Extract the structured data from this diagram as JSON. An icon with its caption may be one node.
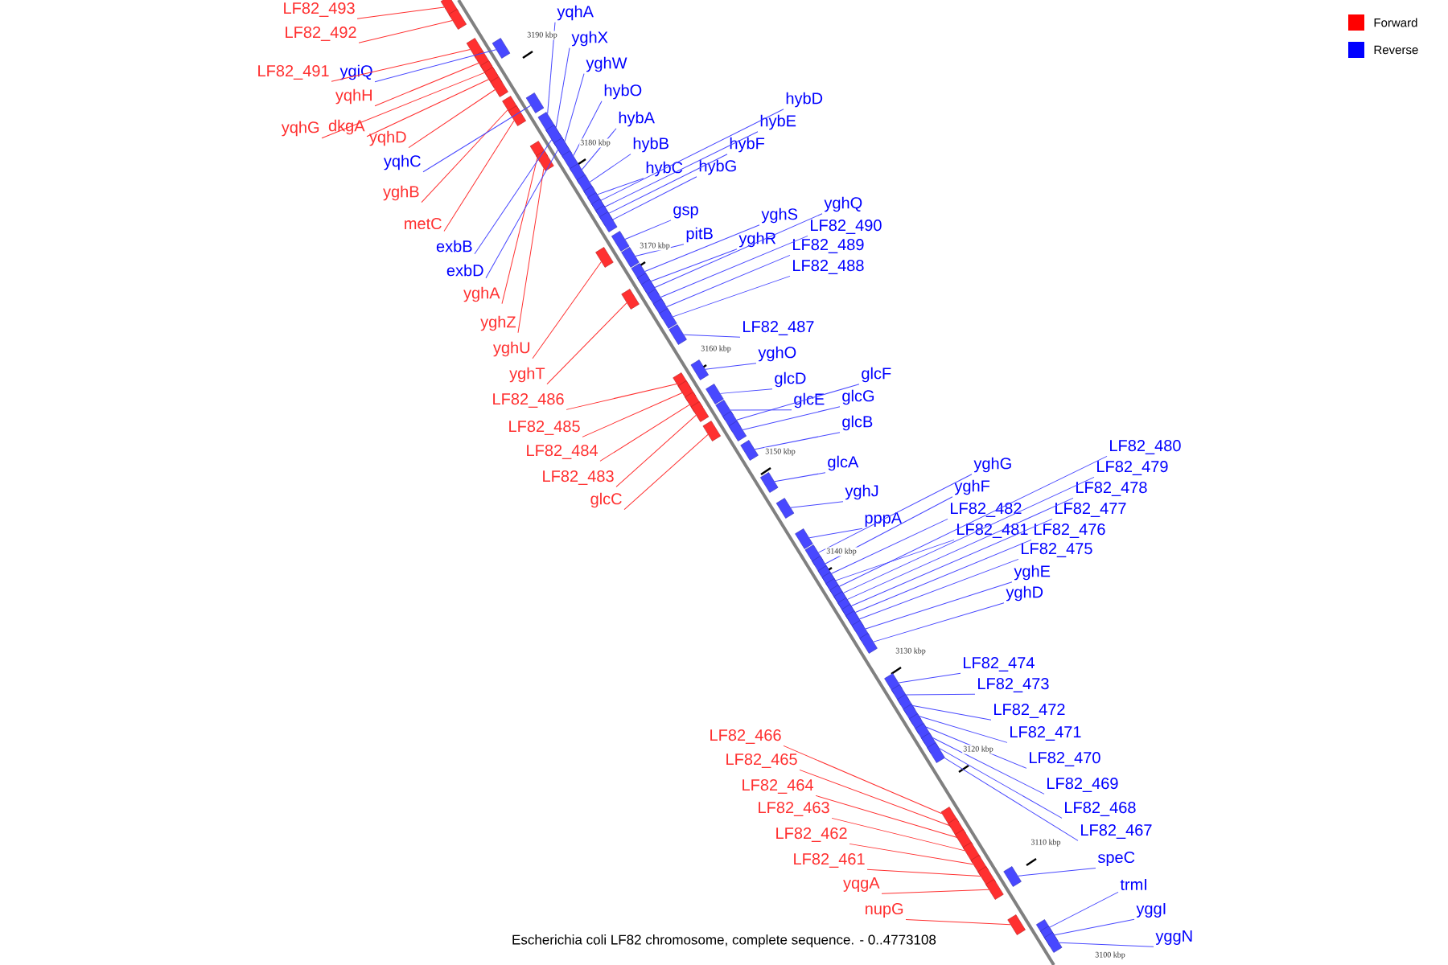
{
  "diagram": {
    "caption": "Escherichia coli LF82 chromosome, complete sequence. - 0..4773108",
    "nodes": [
      {
        "text": [
          "LF82_493"
        ]
      },
      {
        "text": [
          "LF82_492"
        ]
      },
      {
        "text": [
          "LF82_491"
        ]
      },
      {
        "text": [
          "yqhH"
        ]
      },
      {
        "text": [
          "yqhG"
        ]
      },
      {
        "text": [
          "dkgA"
        ]
      },
      {
        "text": [
          "yqhD"
        ]
      },
      {
        "text": [
          "yghB"
        ]
      },
      {
        "text": [
          "metC"
        ]
      },
      {
        "text": [
          "yghA"
        ]
      },
      {
        "text": [
          "yghZ"
        ]
      },
      {
        "text": [
          "yghU"
        ]
      },
      {
        "text": [
          "yghT"
        ]
      },
      {
        "text": [
          "LF82_486"
        ]
      },
      {
        "text": [
          "LF82_485"
        ]
      },
      {
        "text": [
          "LF82_484"
        ]
      },
      {
        "text": [
          "LF82_483"
        ]
      },
      {
        "text": [
          "glcC"
        ]
      },
      {
        "text": [
          "LF82_466"
        ]
      },
      {
        "text": [
          "LF82_465"
        ]
      },
      {
        "text": [
          "LF82_464"
        ]
      },
      {
        "text": [
          "LF82_463"
        ]
      },
      {
        "text": [
          "LF82_462"
        ]
      },
      {
        "text": [
          "LF82_461"
        ]
      },
      {
        "text": [
          "yqgA"
        ]
      },
      {
        "text": [
          "nupG"
        ]
      },
      {
        "text": [
          "ygiQ"
        ]
      },
      {
        "text": [
          "yqhC"
        ]
      },
      {
        "text": [
          "exbB"
        ]
      },
      {
        "text": [
          "exbD"
        ]
      },
      {
        "text": [
          "yqhA"
        ]
      },
      {
        "text": [
          "yghX"
        ]
      },
      {
        "text": [
          "yghW"
        ]
      },
      {
        "text": [
          "hybO"
        ]
      },
      {
        "text": [
          "hybA"
        ]
      },
      {
        "text": [
          "hybB"
        ]
      },
      {
        "text": [
          "hybC"
        ]
      },
      {
        "text": [
          "hybD"
        ]
      },
      {
        "text": [
          "hybE"
        ]
      },
      {
        "text": [
          "hybF"
        ]
      },
      {
        "text": [
          "hybG"
        ]
      },
      {
        "text": [
          "gsp"
        ]
      },
      {
        "text": [
          "pitB"
        ]
      },
      {
        "text": [
          "yghS"
        ]
      },
      {
        "text": [
          "yghR"
        ]
      },
      {
        "text": [
          "yghQ"
        ]
      },
      {
        "text": [
          "LF82_490"
        ]
      },
      {
        "text": [
          "LF82_489"
        ]
      },
      {
        "text": [
          "LF82_488"
        ]
      },
      {
        "text": [
          "LF82_487"
        ]
      },
      {
        "text": [
          "yghO"
        ]
      },
      {
        "text": [
          "glcD"
        ]
      },
      {
        "text": [
          "glcE"
        ]
      },
      {
        "text": [
          "glcF"
        ]
      },
      {
        "text": [
          "glcG"
        ]
      },
      {
        "text": [
          "glcB"
        ]
      },
      {
        "text": [
          "glcA"
        ]
      },
      {
        "text": [
          "yghJ"
        ]
      },
      {
        "text": [
          "pppA"
        ]
      },
      {
        "text": [
          "yghG"
        ]
      },
      {
        "text": [
          "yghF"
        ]
      },
      {
        "text": [
          "LF82_482"
        ]
      },
      {
        "text": [
          "LF82_481"
        ]
      },
      {
        "text": [
          "LF82_480"
        ]
      },
      {
        "text": [
          "LF82_479"
        ]
      },
      {
        "text": [
          "LF82_478"
        ]
      },
      {
        "text": [
          "LF82_477"
        ]
      },
      {
        "text": [
          "LF82_476"
        ]
      },
      {
        "text": [
          "LF82_475"
        ]
      },
      {
        "text": [
          "yghE"
        ]
      },
      {
        "text": [
          "yghD"
        ]
      },
      {
        "text": [
          "LF82_474"
        ]
      },
      {
        "text": [
          "LF82_473"
        ]
      },
      {
        "text": [
          "LF82_472"
        ]
      },
      {
        "text": [
          "LF82_471"
        ]
      },
      {
        "text": [
          "LF82_470"
        ]
      },
      {
        "text": [
          "LF82_469"
        ]
      },
      {
        "text": [
          "LF82_468"
        ]
      },
      {
        "text": [
          "LF82_467"
        ]
      },
      {
        "text": [
          "speC"
        ]
      },
      {
        "text": [
          "trmI"
        ]
      },
      {
        "text": [
          "yggI"
        ]
      },
      {
        "text": [
          "yggN"
        ]
      },
      {
        "text": [],
        "shape": "box"
      },
      {
        "text": [],
        "shape": "box"
      },
      {
        "text": [],
        "shape": "box"
      },
      {
        "text": [],
        "shape": "box"
      },
      {
        "text": [],
        "shape": "box"
      },
      {
        "text": [],
        "shape": "box"
      },
      {
        "text": [],
        "shape": "box"
      },
      {
        "text": [],
        "shape": "box"
      },
      {
        "text": [],
        "shape": "box"
      },
      {
        "text": [],
        "shape": "box"
      },
      {
        "text": [],
        "shape": "box"
      },
      {
        "text": [],
        "shape": "box"
      },
      {
        "text": [],
        "shape": "box"
      },
      {
        "text": [],
        "shape": "box"
      },
      {
        "text": [],
        "shape": "box"
      },
      {
        "text": [],
        "shape": "box"
      },
      {
        "text": [],
        "shape": "box"
      },
      {
        "text": [],
        "shape": "box"
      },
      {
        "text": [],
        "shape": "box"
      },
      {
        "text": [],
        "shape": "box"
      },
      {
        "text": [],
        "shape": "box"
      },
      {
        "text": [],
        "shape": "box"
      },
      {
        "text": [],
        "shape": "box"
      },
      {
        "text": [],
        "shape": "box"
      },
      {
        "text": [],
        "shape": "box"
      },
      {
        "text": [],
        "shape": "box"
      },
      {
        "text": [],
        "shape": "box"
      },
      {
        "text": [],
        "shape": "box"
      },
      {
        "text": [],
        "shape": "box"
      },
      {
        "text": [],
        "shape": "box"
      },
      {
        "text": [],
        "shape": "box"
      },
      {
        "text": [],
        "shape": "box"
      },
      {
        "text": [],
        "shape": "box"
      },
      {
        "text": [],
        "shape": "box"
      },
      {
        "text": [],
        "shape": "box"
      },
      {
        "text": [],
        "shape": "box"
      },
      {
        "text": [],
        "shape": "box"
      },
      {
        "text": [],
        "shape": "box"
      },
      {
        "text": [],
        "shape": "box"
      },
      {
        "text": [],
        "shape": "box"
      },
      {
        "text": [],
        "shape": "box"
      },
      {
        "text": [],
        "shape": "box"
      },
      {
        "text": [],
        "shape": "box"
      },
      {
        "text": [],
        "shape": "box"
      },
      {
        "text": [],
        "shape": "box"
      },
      {
        "text": [],
        "shape": "box"
      },
      {
        "text": [],
        "shape": "box"
      },
      {
        "text": [],
        "shape": "box"
      },
      {
        "text": [],
        "shape": "box"
      },
      {
        "text": [],
        "shape": "box"
      },
      {
        "text": [],
        "shape": "box"
      },
      {
        "text": [],
        "shape": "box"
      },
      {
        "text": [],
        "shape": "box"
      },
      {
        "text": [],
        "shape": "box"
      },
      {
        "text": [],
        "shape": "box"
      },
      {
        "text": [],
        "shape": "box"
      },
      {
        "text": [],
        "shape": "box"
      },
      {
        "text": [],
        "shape": "box"
      },
      {
        "text": [],
        "shape": "box"
      },
      {
        "text": [],
        "shape": "box"
      },
      {
        "text": [],
        "shape": "box"
      },
      {
        "text": [],
        "shape": "box"
      },
      {
        "text": [],
        "shape": "box"
      },
      {
        "text": [],
        "shape": "box"
      },
      {
        "text": [],
        "shape": "box"
      },
      {
        "text": [],
        "shape": "box"
      },
      {
        "text": [],
        "shape": "box"
      },
      {
        "text": [],
        "shape": "box"
      },
      {
        "text": [],
        "shape": "box"
      },
      {
        "text": [],
        "shape": "box"
      },
      {
        "text": [],
        "shape": "box"
      },
      {
        "text": [],
        "shape": "box"
      },
      {
        "text": [],
        "shape": "box"
      },
      {
        "text": [],
        "shape": "box"
      },
      {
        "text": [],
        "shape": "box"
      },
      {
        "text": [],
        "shape": "box"
      },
      {
        "text": [],
        "shape": "box"
      },
      {
        "text": [],
        "shape": "box"
      },
      {
        "text": [],
        "shape": "box"
      },
      {
        "text": [],
        "shape": "box"
      },
      {
        "text": [],
        "shape": "box"
      },
      {
        "text": [],
        "shape": "box"
      },
      {
        "text": [],
        "shape": "box"
      }
    ],
    "edges": [
      {
        "from": 0,
        "to": 83,
        "arrow": "none",
        "color": "#ff3030"
      },
      {
        "from": 1,
        "to": 84,
        "arrow": "none",
        "color": "#ff3030"
      },
      {
        "from": 2,
        "to": 85,
        "arrow": "none",
        "color": "#ff3030"
      },
      {
        "from": 3,
        "to": 86,
        "arrow": "none",
        "color": "#ff3030"
      },
      {
        "from": 4,
        "to": 87,
        "arrow": "none",
        "color": "#ff3030"
      },
      {
        "from": 5,
        "to": 88,
        "arrow": "none",
        "color": "#ff3030"
      },
      {
        "from": 6,
        "to": 89,
        "arrow": "none",
        "color": "#ff3030"
      },
      {
        "from": 7,
        "to": 90,
        "arrow": "none",
        "color": "#ff3030"
      },
      {
        "from": 8,
        "to": 91,
        "arrow": "none",
        "color": "#ff3030"
      },
      {
        "from": 9,
        "to": 92,
        "arrow": "none",
        "color": "#ff3030"
      },
      {
        "from": 10,
        "to": 93,
        "arrow": "none",
        "color": "#ff3030"
      },
      {
        "from": 11,
        "to": 94,
        "arrow": "none",
        "color": "#ff3030"
      },
      {
        "from": 12,
        "to": 95,
        "arrow": "none",
        "color": "#ff3030"
      },
      {
        "from": 13,
        "to": 96,
        "arrow": "none",
        "color": "#ff3030"
      },
      {
        "from": 14,
        "to": 97,
        "arrow": "none",
        "color": "#ff3030"
      },
      {
        "from": 15,
        "to": 98,
        "arrow": "none",
        "color": "#ff3030"
      },
      {
        "from": 16,
        "to": 99,
        "arrow": "none",
        "color": "#ff3030"
      },
      {
        "from": 17,
        "to": 100,
        "arrow": "none",
        "color": "#ff3030"
      },
      {
        "from": 18,
        "to": 101,
        "arrow": "none",
        "color": "#ff3030"
      },
      {
        "from": 19,
        "to": 102,
        "arrow": "none",
        "color": "#ff3030"
      },
      {
        "from": 20,
        "to": 103,
        "arrow": "none",
        "color": "#ff3030"
      },
      {
        "from": 21,
        "to": 104,
        "arrow": "none",
        "color": "#ff3030"
      },
      {
        "from": 22,
        "to": 105,
        "arrow": "none",
        "color": "#ff3030"
      },
      {
        "from": 23,
        "to": 106,
        "arrow": "none",
        "color": "#ff3030"
      },
      {
        "from": 24,
        "to": 107,
        "arrow": "none",
        "color": "#ff3030"
      },
      {
        "from": 25,
        "to": 108,
        "arrow": "none",
        "color": "#ff3030"
      },
      {
        "from": 26,
        "to": 109,
        "arrow": "none"
      },
      {
        "from": 27,
        "to": 110,
        "arrow": "none"
      },
      {
        "from": 28,
        "to": 111,
        "arrow": "none"
      },
      {
        "from": 29,
        "to": 112,
        "arrow": "none"
      },
      {
        "from": 30,
        "to": 113,
        "arrow": "none"
      },
      {
        "from": 31,
        "to": 114,
        "arrow": "none"
      },
      {
        "from": 32,
        "to": 115,
        "arrow": "none"
      },
      {
        "from": 33,
        "to": 116,
        "arrow": "none"
      },
      {
        "from": 34,
        "to": 117,
        "arrow": "none"
      },
      {
        "from": 35,
        "to": 118,
        "arrow": "none"
      },
      {
        "from": 36,
        "to": 119,
        "arrow": "none"
      },
      {
        "from": 37,
        "to": 120,
        "arrow": "none"
      },
      {
        "from": 38,
        "to": 121,
        "arrow": "none"
      },
      {
        "from": 39,
        "to": 122,
        "arrow": "none"
      },
      {
        "from": 40,
        "to": 123,
        "arrow": "none"
      },
      {
        "from": 41,
        "to": 124,
        "arrow": "none"
      },
      {
        "from": 42,
        "to": 125,
        "arrow": "none"
      },
      {
        "from": 43,
        "to": 126,
        "arrow": "none"
      },
      {
        "from": 44,
        "to": 127,
        "arrow": "none"
      },
      {
        "from": 45,
        "to": 128,
        "arrow": "none"
      },
      {
        "from": 46,
        "to": 129,
        "arrow": "none"
      },
      {
        "from": 47,
        "to": 130,
        "arrow": "none"
      },
      {
        "from": 48,
        "to": 131,
        "arrow": "none"
      },
      {
        "from": 49,
        "to": 132,
        "arrow": "none"
      },
      {
        "from": 50,
        "to": 133,
        "arrow": "none"
      },
      {
        "from": 51,
        "to": 134,
        "arrow": "none"
      },
      {
        "from": 52,
        "to": 135,
        "arrow": "none"
      },
      {
        "from": 53,
        "to": 136,
        "arrow": "none"
      },
      {
        "from": 54,
        "to": 137,
        "arrow": "none"
      },
      {
        "from": 55,
        "to": 138,
        "arrow": "none"
      },
      {
        "from": 56,
        "to": 139,
        "arrow": "none"
      },
      {
        "from": 57,
        "to": 140,
        "arrow": "none"
      },
      {
        "from": 58,
        "to": 141,
        "arrow": "none"
      },
      {
        "from": 59,
        "to": 142,
        "arrow": "none"
      },
      {
        "from": 60,
        "to": 143,
        "arrow": "none"
      },
      {
        "from": 61,
        "to": 144,
        "arrow": "none"
      },
      {
        "from": 62,
        "to": 145,
        "arrow": "none"
      },
      {
        "from": 63,
        "to": 146,
        "arrow": "none"
      },
      {
        "from": 64,
        "to": 147,
        "arrow": "none"
      },
      {
        "from": 65,
        "to": 148,
        "arrow": "none"
      },
      {
        "from": 66,
        "to": 149,
        "arrow": "none"
      },
      {
        "from": 67,
        "to": 150,
        "arrow": "none"
      },
      {
        "from": 68,
        "to": 151,
        "arrow": "none"
      },
      {
        "from": 69,
        "to": 152,
        "arrow": "none"
      },
      {
        "from": 70,
        "to": 153,
        "arrow": "none"
      },
      {
        "from": 71,
        "to": 154,
        "arrow": "none"
      },
      {
        "from": 72,
        "to": 155,
        "arrow": "none"
      },
      {
        "from": 73,
        "to": 156,
        "arrow": "none"
      },
      {
        "from": 74,
        "to": 157,
        "arrow": "none"
      },
      {
        "from": 75,
        "to": 158,
        "arrow": "none"
      },
      {
        "from": 76,
        "to": 159,
        "arrow": "none"
      },
      {
        "from": 77,
        "to": 160,
        "arrow": "none"
      },
      {
        "from": 78,
        "to": 161,
        "arrow": "none"
      },
      {
        "from": 79,
        "to": 162,
        "arrow": "none"
      },
      {
        "from": 80,
        "to": 163,
        "arrow": "none"
      },
      {
        "from": 81,
        "to": 164,
        "arrow": "none"
      },
      {
        "from": 82,
        "to": 165,
        "arrow": "none"
      }
    ],
    "labels": [
      "3190 kbp",
      "3180 kbp",
      "3170 kbp",
      "3160 kbp",
      "3150 kbp",
      "3140 kbp",
      "3130 kbp",
      "3120 kbp",
      "3110 kbp",
      "3100 kbp"
    ],
    "legend": [
      {
        "text": "Forward",
        "color": "#ff0000"
      },
      {
        "text": "Reverse",
        "color": "#0000ff"
      }
    ]
  }
}
